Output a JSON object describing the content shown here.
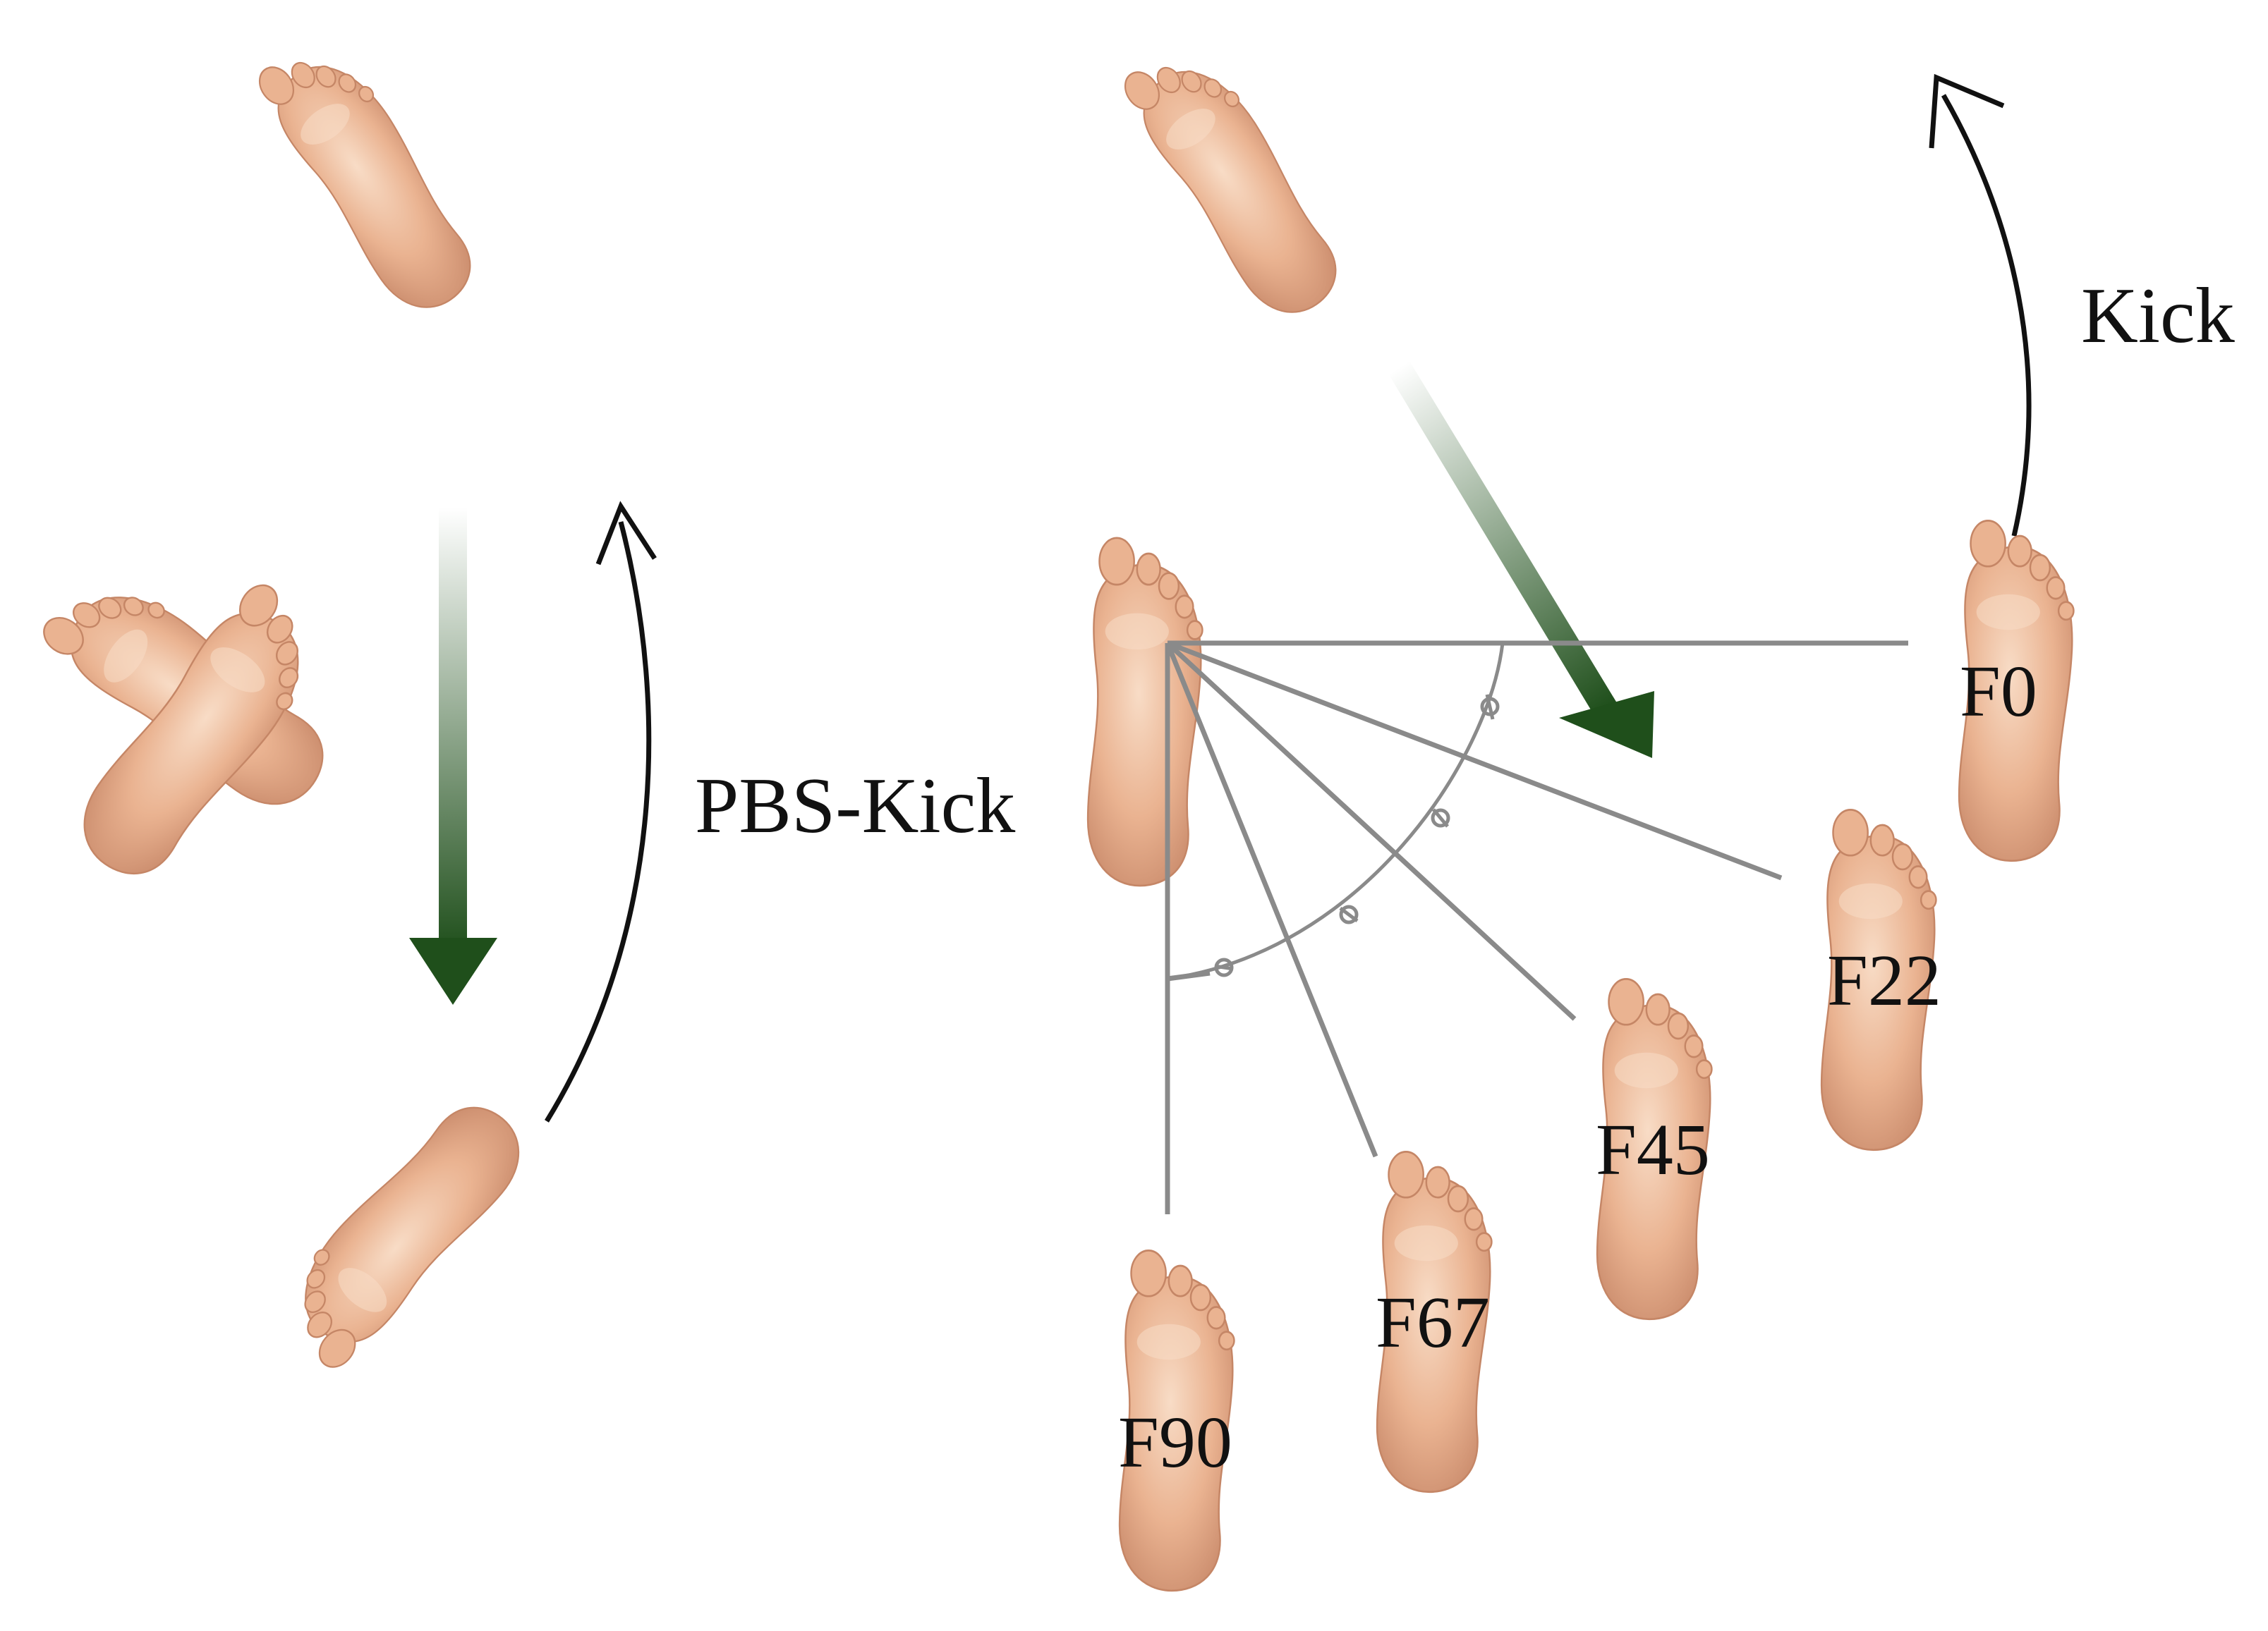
{
  "labels": {
    "pbs_kick": "PBS-Kick",
    "kick": "Kick",
    "f0": "F0",
    "f22": "F22",
    "f45": "F45",
    "f67": "F67",
    "f90": "F90"
  },
  "colors": {
    "skin": "#e9b08f",
    "skin_light": "#f6d3bb",
    "skin_dark": "#c98a67",
    "arrow_green": "#1f4f1b",
    "line_gray": "#8a8a8a",
    "curve_black": "#111111"
  },
  "icons": {
    "foot": "foot-sole-icon",
    "motion_arrow": "down-arrow-icon",
    "rotation_arrow": "curved-arrow-icon"
  }
}
